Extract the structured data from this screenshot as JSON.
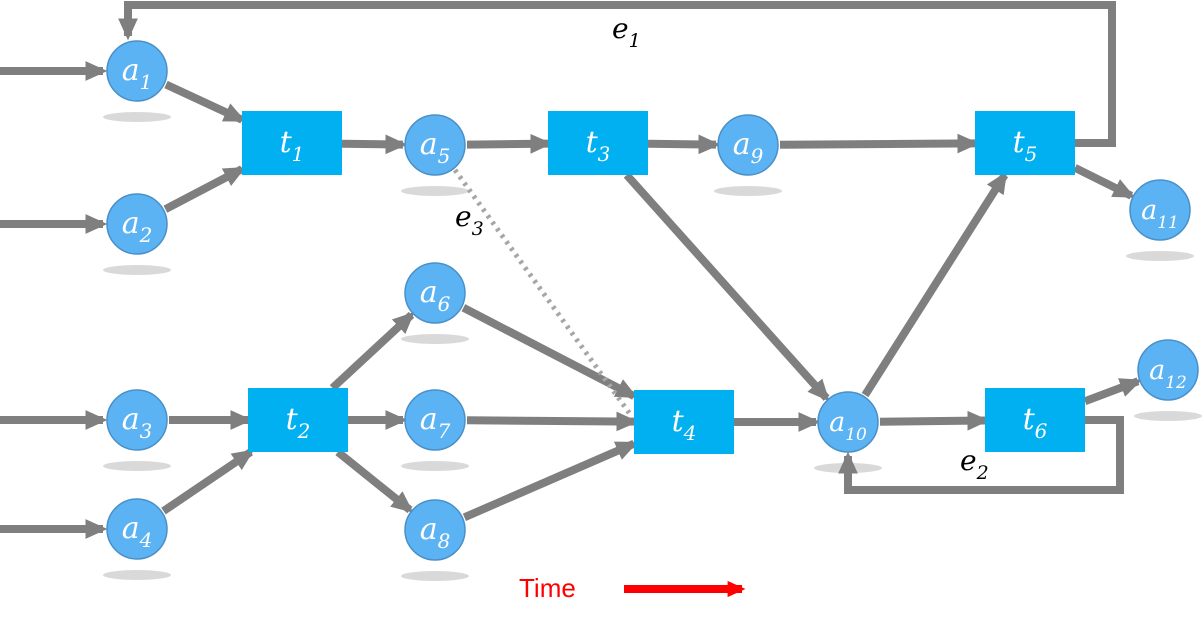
{
  "nodes": [
    {
      "id": "a1",
      "base": "a",
      "sub": "1",
      "shape": "circle"
    },
    {
      "id": "a2",
      "base": "a",
      "sub": "2",
      "shape": "circle"
    },
    {
      "id": "a3",
      "base": "a",
      "sub": "3",
      "shape": "circle"
    },
    {
      "id": "a4",
      "base": "a",
      "sub": "4",
      "shape": "circle"
    },
    {
      "id": "a5",
      "base": "a",
      "sub": "5",
      "shape": "circle"
    },
    {
      "id": "a6",
      "base": "a",
      "sub": "6",
      "shape": "circle"
    },
    {
      "id": "a7",
      "base": "a",
      "sub": "7",
      "shape": "circle"
    },
    {
      "id": "a8",
      "base": "a",
      "sub": "8",
      "shape": "circle"
    },
    {
      "id": "a9",
      "base": "a",
      "sub": "9",
      "shape": "circle"
    },
    {
      "id": "a10",
      "base": "a",
      "sub": "10",
      "shape": "circle"
    },
    {
      "id": "a11",
      "base": "a",
      "sub": "11",
      "shape": "circle"
    },
    {
      "id": "a12",
      "base": "a",
      "sub": "12",
      "shape": "circle"
    },
    {
      "id": "t1",
      "base": "t",
      "sub": "1",
      "shape": "rect"
    },
    {
      "id": "t2",
      "base": "t",
      "sub": "2",
      "shape": "rect"
    },
    {
      "id": "t3",
      "base": "t",
      "sub": "3",
      "shape": "rect"
    },
    {
      "id": "t4",
      "base": "t",
      "sub": "4",
      "shape": "rect"
    },
    {
      "id": "t5",
      "base": "t",
      "sub": "5",
      "shape": "rect"
    },
    {
      "id": "t6",
      "base": "t",
      "sub": "6",
      "shape": "rect"
    }
  ],
  "edges": [
    {
      "from": "",
      "to": "a1"
    },
    {
      "from": "",
      "to": "a2"
    },
    {
      "from": "",
      "to": "a3"
    },
    {
      "from": "",
      "to": "a4"
    },
    {
      "from": "a1",
      "to": "t1"
    },
    {
      "from": "a2",
      "to": "t1"
    },
    {
      "from": "t1",
      "to": "a5"
    },
    {
      "from": "a5",
      "to": "t3"
    },
    {
      "from": "t3",
      "to": "a9"
    },
    {
      "from": "a9",
      "to": "t5"
    },
    {
      "from": "t5",
      "to": "a11"
    },
    {
      "from": "t3",
      "to": "a10"
    },
    {
      "from": "a3",
      "to": "t2"
    },
    {
      "from": "a4",
      "to": "t2"
    },
    {
      "from": "t2",
      "to": "a6"
    },
    {
      "from": "t2",
      "to": "a7"
    },
    {
      "from": "t2",
      "to": "a8"
    },
    {
      "from": "a6",
      "to": "t4"
    },
    {
      "from": "a7",
      "to": "t4"
    },
    {
      "from": "a8",
      "to": "t4"
    },
    {
      "from": "t4",
      "to": "a10"
    },
    {
      "from": "a10",
      "to": "t5"
    },
    {
      "from": "a10",
      "to": "t6"
    },
    {
      "from": "t6",
      "to": "a12"
    },
    {
      "from": "t5",
      "to": "a1",
      "label_base": "e",
      "label_sub": "1",
      "style": "feedback"
    },
    {
      "from": "t6",
      "to": "a10",
      "label_base": "e",
      "label_sub": "2",
      "style": "feedback"
    },
    {
      "from": "a5",
      "to": "t4",
      "label_base": "e",
      "label_sub": "3",
      "style": "dotted"
    }
  ],
  "edge_labels": [
    {
      "base": "e",
      "sub": "1"
    },
    {
      "base": "e",
      "sub": "2"
    },
    {
      "base": "e",
      "sub": "3"
    }
  ],
  "time_label": "Time",
  "colors": {
    "node_fill": "#5cb3f3",
    "transition_fill": "#00b0f0",
    "edge": "#7f7f7f",
    "time_arrow": "#ff0000"
  }
}
